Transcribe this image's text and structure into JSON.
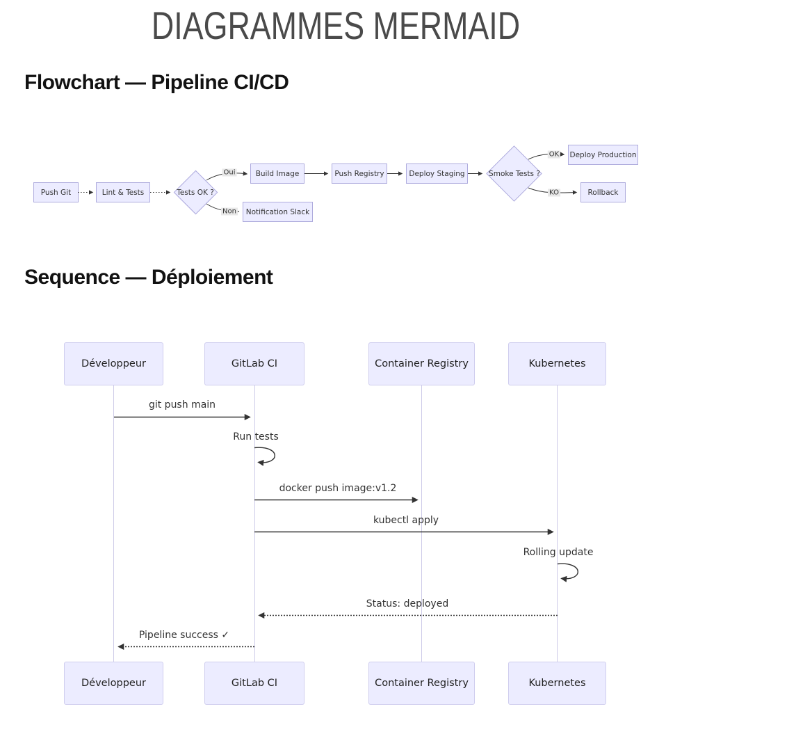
{
  "page": {
    "title": "DIAGRAMMES MERMAID"
  },
  "flowchart": {
    "heading": "Flowchart — Pipeline CI/CD",
    "nodes": {
      "push_git": "Push Git",
      "lint_tests": "Lint & Tests",
      "tests_ok": "Tests OK ?",
      "build_image": "Build Image",
      "push_registry": "Push Registry",
      "deploy_staging": "Deploy Staging",
      "smoke_tests": "Smoke Tests ?",
      "deploy_production": "Deploy Production",
      "rollback": "Rollback",
      "notification_slack": "Notification Slack"
    },
    "edge_labels": {
      "oui": "Oui",
      "non": "Non",
      "ok": "OK",
      "ko": "KO"
    }
  },
  "sequence": {
    "heading": "Sequence — Déploiement",
    "actors": [
      "Développeur",
      "GitLab CI",
      "Container Registry",
      "Kubernetes"
    ],
    "messages": {
      "git_push": "git push main",
      "run_tests": "Run tests",
      "docker_push": "docker push image:v1.2",
      "kubectl_apply": "kubectl apply",
      "rolling_update": "Rolling update",
      "status_deployed": "Status: deployed",
      "pipeline_success": "Pipeline success ✓"
    }
  },
  "colors": {
    "node_fill": "#ECECFF",
    "node_border": "#AEABDD",
    "actor_border": "#CFCDEE",
    "edge_label_bg": "#E8E8E8",
    "line": "#333333",
    "lifeline": "#CDCBE8"
  }
}
